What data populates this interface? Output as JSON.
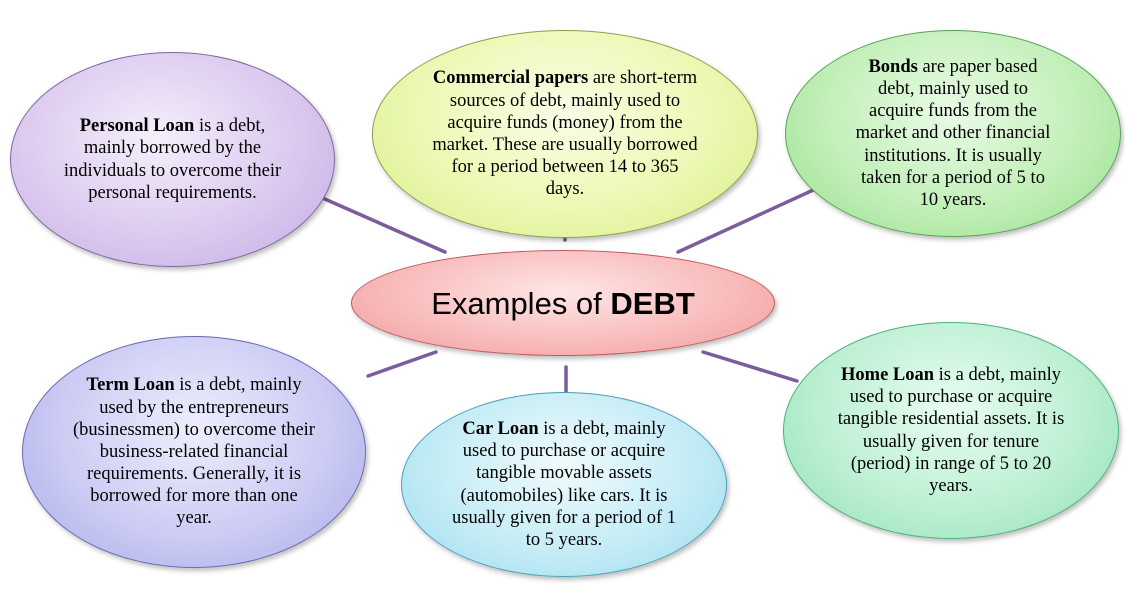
{
  "center": {
    "prefix": "Examples of ",
    "bold": "DEBT"
  },
  "nodes": {
    "personal_loan": {
      "term": "Personal Loan",
      "description": " is a debt, mainly borrowed by the individuals to overcome their personal requirements."
    },
    "commercial_papers": {
      "term": "Commercial papers",
      "description": " are short-term sources of debt, mainly used to acquire funds (money) from the market. These are usually borrowed for a period between 14 to 365 days."
    },
    "bonds": {
      "term": "Bonds",
      "description": " are paper based debt, mainly used to acquire funds from the market and other financial institutions. It is usually taken for a period of 5 to 10 years."
    },
    "term_loan": {
      "term": "Term Loan",
      "description": " is a debt, mainly used by the entrepreneurs (businessmen) to overcome their business-related financial requirements. Generally, it is borrowed for more than one year."
    },
    "car_loan": {
      "term": "Car Loan",
      "description": " is a debt, mainly used to purchase or acquire tangible movable assets (automobiles) like cars. It is usually given for a period of 1 to 5 years."
    },
    "home_loan": {
      "term": "Home Loan",
      "description": " is a debt, mainly used to purchase or acquire tangible residential assets. It is usually given for tenure (period) in range of 5 to 20 years."
    }
  },
  "colors": {
    "connector": "#7b5c9c"
  }
}
